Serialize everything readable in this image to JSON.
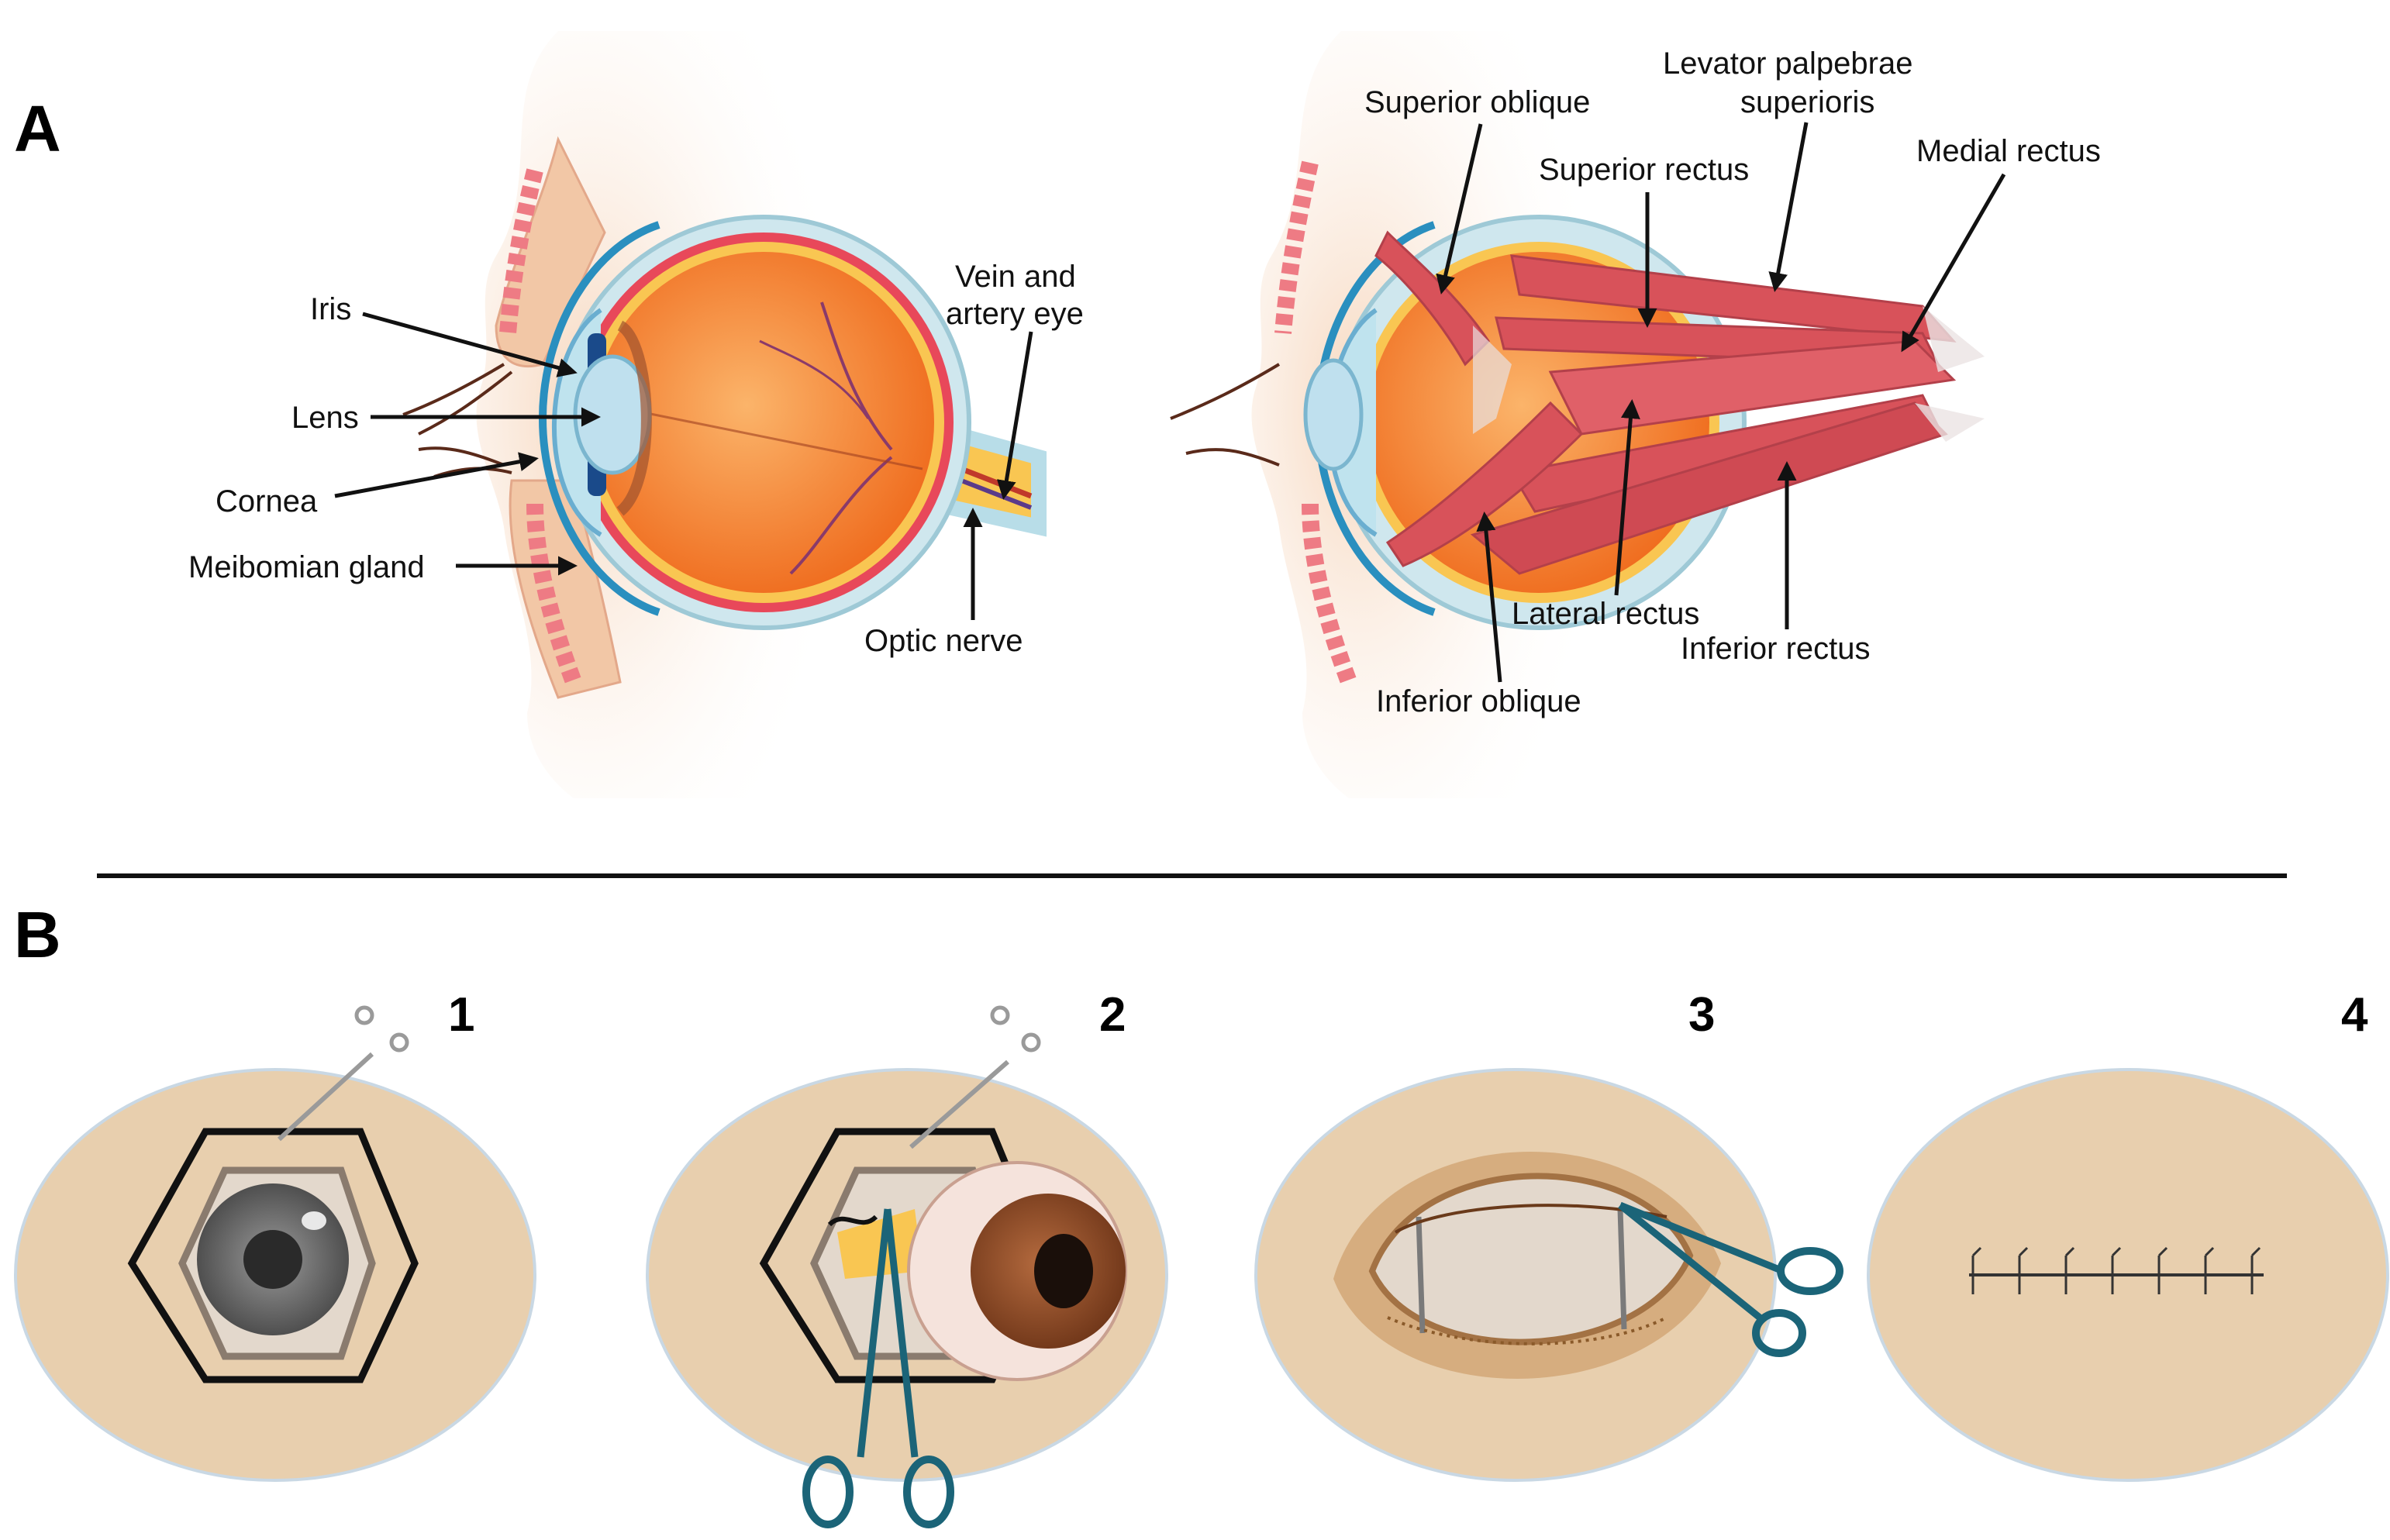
{
  "panels": {
    "a": "A",
    "b": "B"
  },
  "eye_anatomy": {
    "iris": "Iris",
    "lens": "Lens",
    "cornea": "Cornea",
    "meibomian_gland": "Meibomian gland",
    "vein_artery_line1": "Vein and",
    "vein_artery_line2": "artery eye",
    "optic_nerve": "Optic nerve"
  },
  "muscles": {
    "superior_oblique": "Superior oblique",
    "levator_line1": "Levator palpebrae",
    "levator_line2": "superioris",
    "superior_rectus": "Superior rectus",
    "medial_rectus": "Medial rectus",
    "lateral_rectus": "Lateral rectus",
    "inferior_rectus": "Inferior rectus",
    "inferior_oblique": "Inferior oblique"
  },
  "steps": [
    "1",
    "2",
    "3",
    "4"
  ],
  "colors": {
    "skin": "#e8cfae",
    "eyeball": "#f5822a",
    "muscle": "#d8525a",
    "sclera_blue": "#b8dde8",
    "instrument_teal": "#1b6478",
    "iris_brown": "#8a4a2c"
  }
}
